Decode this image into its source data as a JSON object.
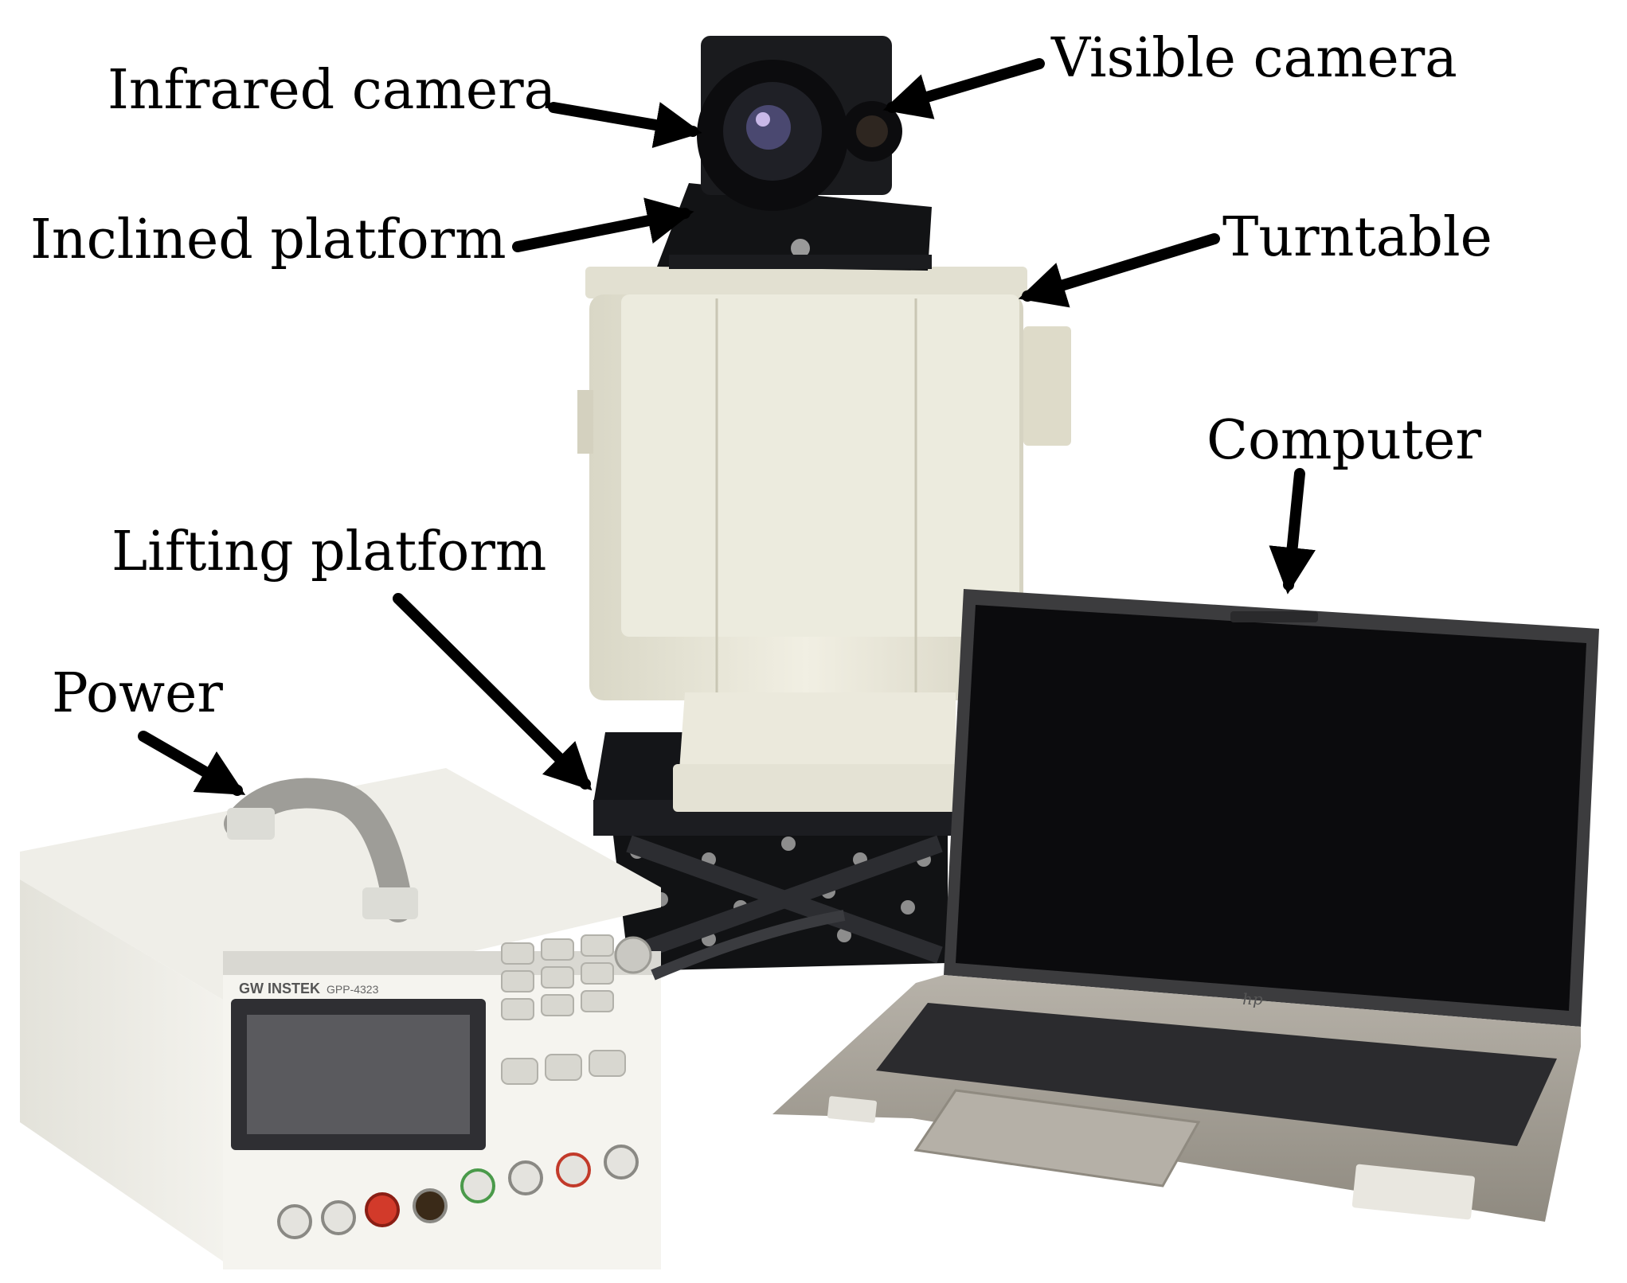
{
  "labels": {
    "infrared_camera": "Infrared camera",
    "visible_camera": "Visible camera",
    "inclined_platform": "Inclined platform",
    "turntable": "Turntable",
    "computer": "Computer",
    "lifting_platform": "Lifting platform",
    "power": "Power"
  },
  "device": {
    "psu_brand": "GW INSTEK",
    "psu_model": "GPP-4323",
    "laptop_logo": "hp"
  },
  "colors": {
    "turntable_body": "#e8e6d8",
    "laptop_screen": "#0b0b0d",
    "laptop_body": "#a8a39a",
    "lifting_platform": "#17181b",
    "psu_body": "#ecebe4",
    "arrow": "#000000"
  }
}
